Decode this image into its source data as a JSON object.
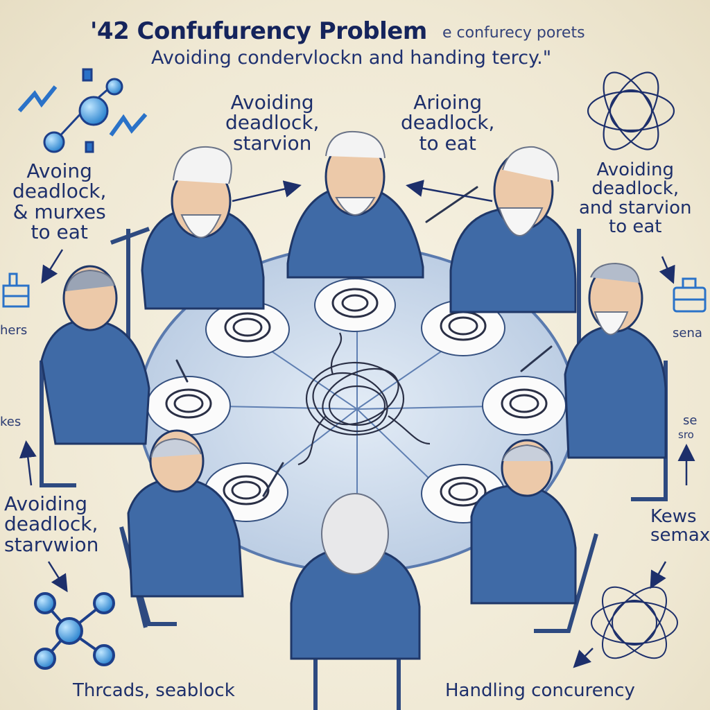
{
  "title": {
    "main": "'42 Confufurency Problem",
    "tagline": "e confurecy porets",
    "subtitle": "Avoiding condervlockn and handing tercy.\""
  },
  "labels": {
    "top_center_left": [
      "Avoiding",
      "deadlock,",
      "starvion"
    ],
    "top_center_right": [
      "Arioing",
      "deadlock,",
      "to eat"
    ],
    "left_upper": [
      "Avoing",
      "deadlock,",
      "& murxes",
      "to eat"
    ],
    "right_upper": [
      "Avoiding",
      "deadlock,",
      "and starvion",
      "to eat"
    ],
    "left_lower": [
      "Avoiding",
      "deadlock,",
      "starvwion"
    ],
    "right_lower": [
      "Kews",
      "semaxe"
    ],
    "left_mid_a": "hers",
    "left_mid_b": "kes",
    "right_mid_a": "sena",
    "right_mid_b": "se",
    "right_mid_c": "sro"
  },
  "footer": {
    "left": "Thrcads,  seablock",
    "right": "Handling concurency"
  },
  "colors": {
    "ink": "#1d2f6b",
    "robe": "#3f6aa6",
    "robe_dark": "#2c4f86",
    "table": "#cfdcec",
    "accent": "#4ea3e6"
  },
  "icons": [
    "network-icon",
    "knot-icon",
    "molecule-icon",
    "device-icon",
    "arrow-icon"
  ]
}
